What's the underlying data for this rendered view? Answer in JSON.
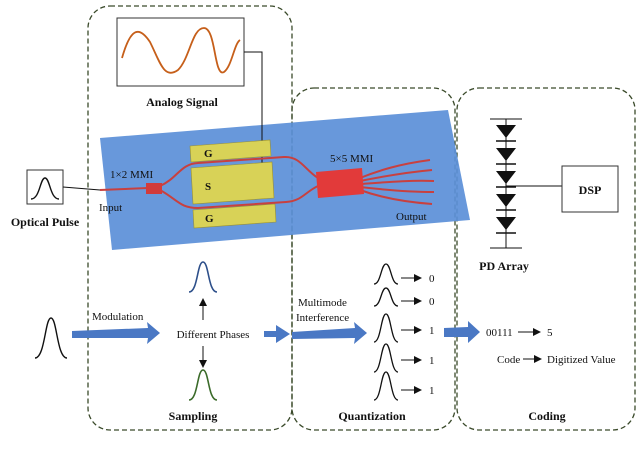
{
  "labels": {
    "analog_signal": "Analog Signal",
    "mmi_1x2": "1×2 MMI",
    "input": "Input",
    "electrode_g_top": "G",
    "electrode_s": "S",
    "electrode_g_bottom": "G",
    "mmi_5x5": "5×5 MMI",
    "output": "Output",
    "optical_pulse": "Optical Pulse",
    "dsp": "DSP",
    "pd_array": "PD Array",
    "modulation": "Modulation",
    "different_phases": "Different Phases",
    "multimode_line1": "Multimode",
    "multimode_line2": "Interference",
    "code_value": "00111",
    "code_result": "5",
    "code": "Code",
    "digitized_value": "Digitized Value",
    "sampling": "Sampling",
    "quantization": "Quantization",
    "coding": "Coding"
  },
  "quantization_outputs": [
    "0",
    "0",
    "1",
    "1",
    "1"
  ],
  "colors": {
    "chip": "#5b8fd8",
    "waveguide": "#c8403f",
    "electrode": "#d8d257",
    "arrow": "#4a78c4",
    "analog_wave": "#c65f1a",
    "pulse_blue": "#2d4f8a",
    "pulse_green": "#3b6b2a",
    "dashed_box": "#3a4a2a"
  },
  "icons": {
    "photodiode": "photodiode-icon",
    "pulse": "gaussian-pulse-icon"
  }
}
